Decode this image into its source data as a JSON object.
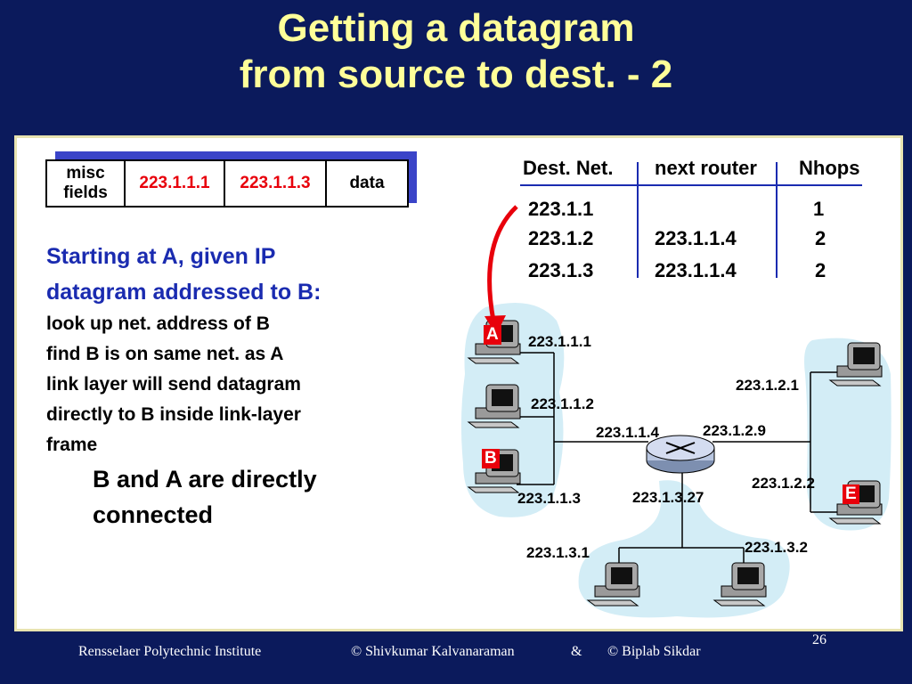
{
  "title": {
    "line1": "Getting a datagram",
    "line2": "from source to dest. - 2"
  },
  "datagram": {
    "misc_line1": "misc",
    "misc_line2": "fields",
    "src": "223.1.1.1",
    "dst": "223.1.1.3",
    "data": "data"
  },
  "text": {
    "blue1": "Starting at A, given IP",
    "blue2": "datagram addressed to B:",
    "steps": [
      "look up net. address of B",
      "find B is on same net. as A",
      "link layer will send datagram",
      "directly to B inside link-layer",
      "frame"
    ],
    "sub1": "B and A are directly",
    "sub2": "connected"
  },
  "routing_table": {
    "headers": [
      "Dest. Net.",
      "next router",
      "Nhops"
    ],
    "rows": [
      {
        "net": "223.1.1",
        "router": "",
        "hops": "1"
      },
      {
        "net": "223.1.2",
        "router": "223.1.1.4",
        "hops": "2"
      },
      {
        "net": "223.1.3",
        "router": "223.1.1.4",
        "hops": "2"
      }
    ]
  },
  "network": {
    "hosts": {
      "a": "A",
      "b": "B",
      "e": "E"
    },
    "ips": {
      "a": "223.1.1.1",
      "h2": "223.1.1.2",
      "b": "223.1.1.3",
      "r1": "223.1.1.4",
      "r2": "223.1.2.9",
      "e1": "223.1.2.1",
      "e2": "223.1.2.2",
      "r3": "223.1.3.27",
      "c1": "223.1.3.1",
      "c2": "223.1.3.2"
    }
  },
  "footer": {
    "left": "Rensselaer Polytechnic Institute",
    "mid": "© Shivkumar Kalvanaraman",
    "amp": "&",
    "right": "© Biplab Sikdar",
    "page": "26"
  },
  "colors": {
    "background": "#0b1a5c",
    "title": "#ffff99",
    "highlight": "#e8000b",
    "blue_text": "#1a2bb0"
  }
}
